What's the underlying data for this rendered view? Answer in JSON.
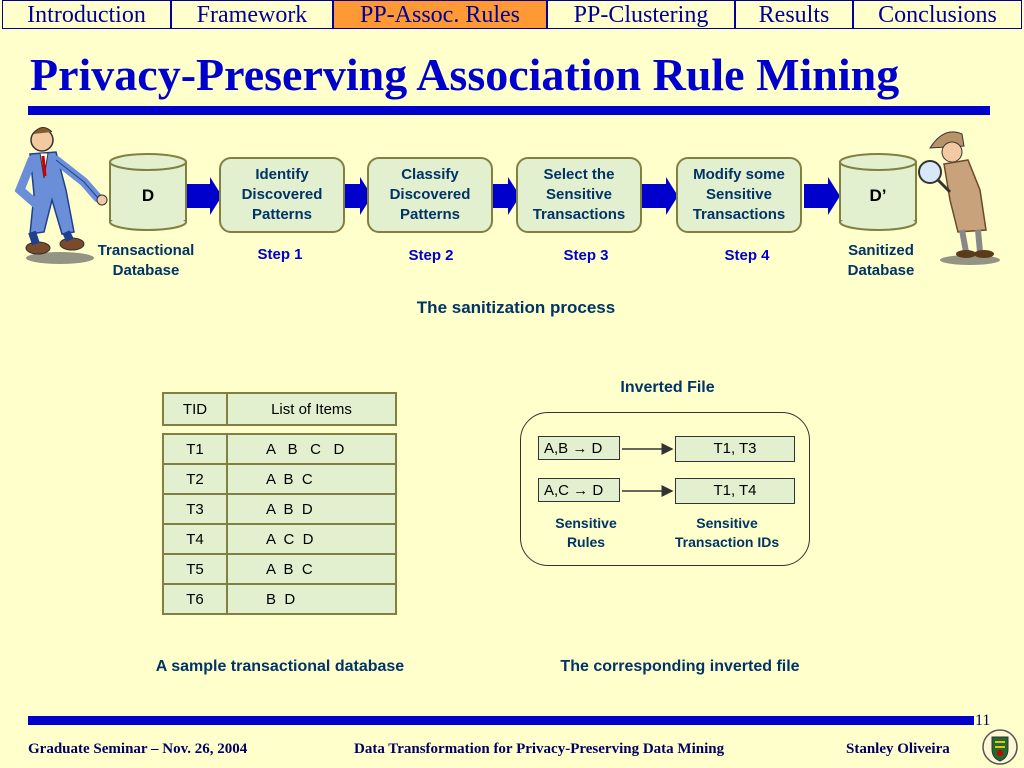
{
  "nav": {
    "tabs": [
      {
        "label": "Introduction"
      },
      {
        "label": "Framework"
      },
      {
        "label": "PP-Assoc. Rules"
      },
      {
        "label": "PP-Clustering"
      },
      {
        "label": "Results"
      },
      {
        "label": "Conclusions"
      }
    ],
    "active_index": 2
  },
  "title": "Privacy-Preserving Association Rule Mining",
  "process": {
    "source_db": {
      "symbol": "D",
      "label_line1": "Transactional",
      "label_line2": "Database"
    },
    "target_db": {
      "symbol": "D’",
      "label_line1": "Sanitized",
      "label_line2": "Database"
    },
    "steps": [
      {
        "line1": "Identify",
        "line2": "Discovered",
        "line3": "Patterns",
        "label": "Step 1"
      },
      {
        "line1": "Classify",
        "line2": "Discovered",
        "line3": "Patterns",
        "label": "Step 2"
      },
      {
        "line1": "Select the",
        "line2": "Sensitive",
        "line3": "Transactions",
        "label": "Step 3"
      },
      {
        "line1": "Modify some",
        "line2": "Sensitive",
        "line3": "Transactions",
        "label": "Step 4"
      }
    ],
    "caption": "The sanitization process"
  },
  "transactions": {
    "headers": {
      "tid": "TID",
      "items": "List of Items"
    },
    "rows": [
      {
        "tid": "T1",
        "items": "A   B   C   D"
      },
      {
        "tid": "T2",
        "items": "A  B  C"
      },
      {
        "tid": "T3",
        "items": "A  B  D"
      },
      {
        "tid": "T4",
        "items": "A  C  D"
      },
      {
        "tid": "T5",
        "items": "A  B  C"
      },
      {
        "tid": "T6",
        "items": "B  D"
      }
    ],
    "caption": "A sample transactional database"
  },
  "inverted_file": {
    "title": "Inverted File",
    "entries": [
      {
        "rule": "A,B → D",
        "tids": "T1, T3"
      },
      {
        "rule": "A,C → D",
        "tids": "T1, T4"
      }
    ],
    "rules_label_line1": "Sensitive",
    "rules_label_line2": "Rules",
    "tids_label_line1": "Sensitive",
    "tids_label_line2": "Transaction IDs",
    "caption": "The corresponding inverted file"
  },
  "footer": {
    "left": "Graduate Seminar – Nov. 26, 2004",
    "center": "Data Transformation for Privacy-Preserving Data Mining",
    "right": "Stanley Oliveira",
    "page": "11"
  },
  "colors": {
    "accent": "#0000CC",
    "background": "#FFFFCC",
    "active_tab": "#FF9933",
    "box_fill": "#E3F0CF",
    "box_border": "#808040"
  }
}
